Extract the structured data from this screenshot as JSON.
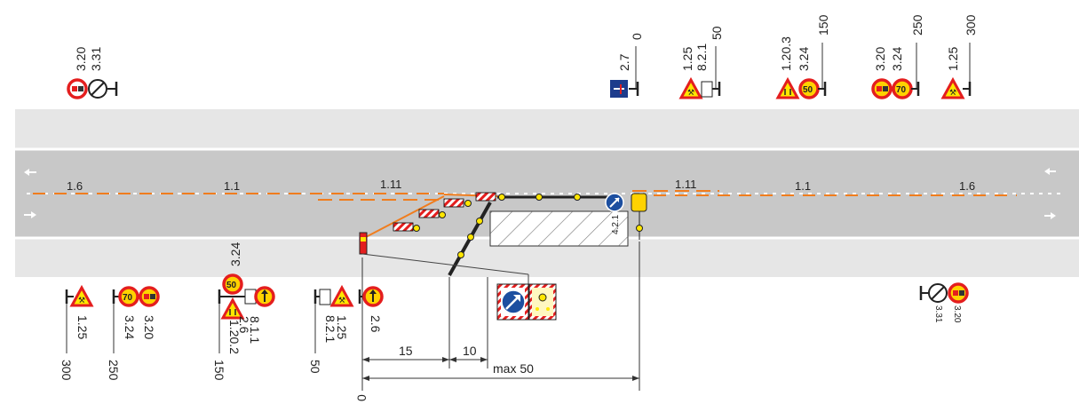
{
  "road": {
    "colors": {
      "shoulder": "#e6e6e6",
      "carriageway": "#c8c8c8",
      "edge_line": "#ffffff",
      "temp_marking": "#f07d1e",
      "barrier": "#f07d1e"
    },
    "marking_labels": {
      "left_1_6": "1.6",
      "left_1_1": "1.1",
      "left_1_11": "1.11",
      "right_1_11": "1.11",
      "right_1_1": "1.1",
      "right_1_6": "1.6"
    },
    "work_zone_label": "4.2.1"
  },
  "top_groups": [
    {
      "id": "t1",
      "codes": [
        "3.20",
        "3.31"
      ],
      "icons": [
        "no-overtaking-sign-icon",
        "end-of-restrictions-sign-icon"
      ]
    },
    {
      "id": "t2",
      "codes": [
        "2.7"
      ],
      "distance": "0",
      "icons": [
        "priority-over-oncoming-sign-icon"
      ]
    },
    {
      "id": "t3",
      "codes": [
        "1.25",
        "8.2.1"
      ],
      "distance": "50",
      "icons": [
        "road-works-sign-icon",
        "distance-plate-icon"
      ]
    },
    {
      "id": "t4",
      "codes": [
        "1.20.3",
        "3.24"
      ],
      "distance": "150",
      "icons": [
        "road-narrows-sign-icon",
        "speed-limit-50-sign-icon"
      ]
    },
    {
      "id": "t5",
      "codes": [
        "3.20",
        "3.24"
      ],
      "distance": "250",
      "icons": [
        "no-overtaking-sign-icon",
        "speed-limit-70-sign-icon"
      ]
    },
    {
      "id": "t6",
      "codes": [
        "1.25"
      ],
      "distance": "300",
      "icons": [
        "road-works-sign-icon"
      ]
    }
  ],
  "bottom_groups": [
    {
      "id": "b1",
      "codes": [
        "1.25"
      ],
      "distance": "300"
    },
    {
      "id": "b2",
      "codes": [
        "3.24",
        "3.20"
      ],
      "distance": "250"
    },
    {
      "id": "b3",
      "codes": [
        "3.24",
        "2.6",
        "8.1.1",
        "1.20.2"
      ],
      "distance": "150"
    },
    {
      "id": "b4",
      "codes": [
        "1.25",
        "8.2.1",
        "2.6"
      ],
      "distance": "50"
    },
    {
      "id": "b5",
      "codes": [
        "3.31",
        "3.20"
      ]
    }
  ],
  "speed_values": {
    "s50": "50",
    "s70": "70"
  },
  "dimensions": {
    "d15": "15",
    "d10": "10",
    "max": "max 50",
    "zero": "0"
  }
}
